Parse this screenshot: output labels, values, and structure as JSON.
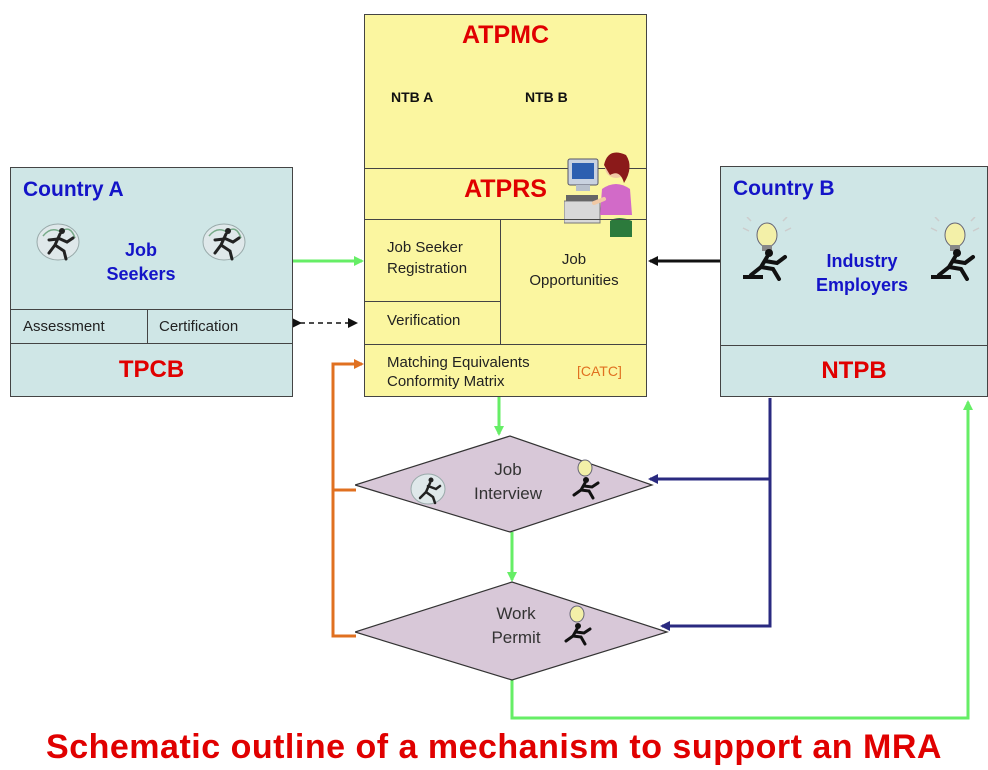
{
  "country_a": {
    "title": "Country A",
    "group_line1": "Job",
    "group_line2": "Seekers",
    "assessment": "Assessment",
    "certification": "Certification",
    "footer": "TPCB"
  },
  "country_b": {
    "title": "Country B",
    "group_line1": "Industry",
    "group_line2": "Employers",
    "footer": "NTPB"
  },
  "center": {
    "top_title": "ATPMC",
    "ntb_a": "NTB A",
    "ntb_b": "NTB B",
    "mid_title": "ATPRS",
    "registration_line1": "Job Seeker",
    "registration_line2": "Registration",
    "opportunities_line1": "Job",
    "opportunities_line2": "Opportunities",
    "verification": "Verification",
    "matching_line1": "Matching Equivalents",
    "matching_line2": "Conformity Matrix",
    "catc": "[CATC]"
  },
  "decisions": {
    "interview_line1": "Job",
    "interview_line2": "Interview",
    "permit_line1": "Work",
    "permit_line2": "Permit"
  },
  "caption": "Schematic outline of a mechanism to support an MRA",
  "colors": {
    "green": "#66ee66",
    "orange": "#e07020",
    "navy": "#2a2a80",
    "black": "#111111"
  }
}
